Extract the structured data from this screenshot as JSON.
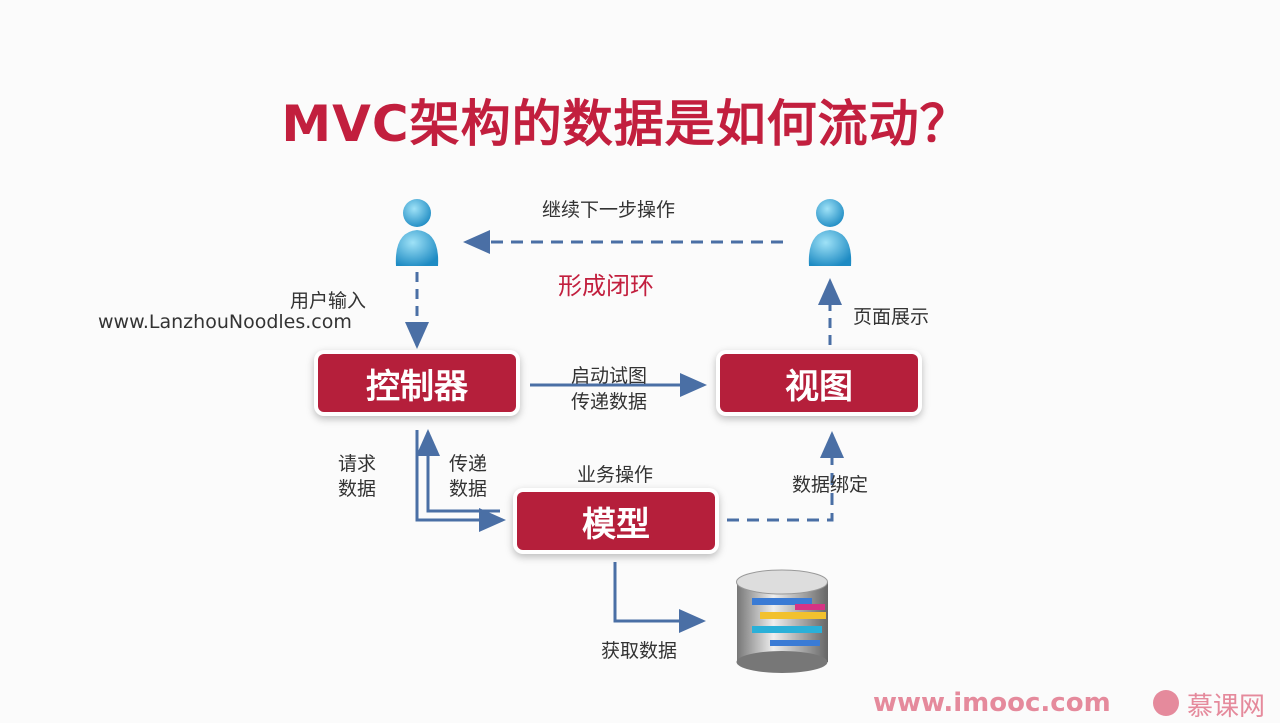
{
  "title": "MVC架构的数据是如何流动？",
  "labels": {
    "continue": "继续下一步操作",
    "loop": "形成闭环",
    "user_input": "用户输入",
    "watermark": "www.LanzhouNoodles.com",
    "page_display": "页面展示",
    "start_view": "启动试图",
    "pass_data": "传递数据",
    "request_1": "请求",
    "request_2": "数据",
    "pass_1": "传递",
    "pass_2": "数据",
    "business": "业务操作",
    "binding": "数据绑定",
    "fetch": "获取数据"
  },
  "nodes": {
    "controller": "控制器",
    "view": "视图",
    "model": "模型"
  },
  "footer": {
    "site": "www.imooc.com",
    "brand": "慕课网"
  },
  "colors": {
    "accent": "#c21f3e",
    "arrow": "#4a6fa5"
  }
}
